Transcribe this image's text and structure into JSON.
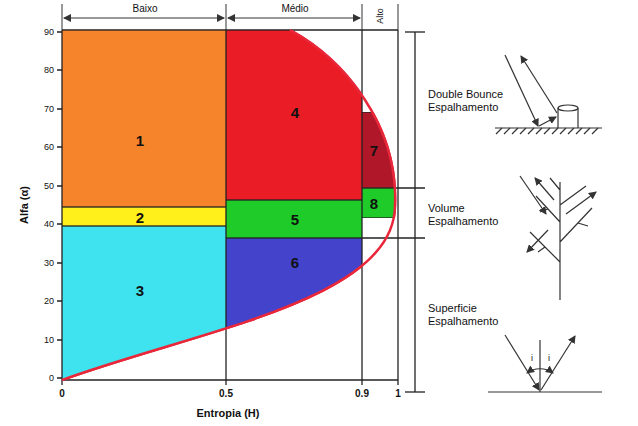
{
  "diagram": {
    "nodes": [
      {
        "text": [
          "1"
        ]
      },
      {
        "text": [
          "2"
        ]
      },
      {
        "text": [
          "3"
        ]
      },
      {
        "text": [
          "4"
        ]
      },
      {
        "text": [
          "5"
        ]
      },
      {
        "text": [
          "6"
        ]
      },
      {
        "text": [
          "7"
        ]
      },
      {
        "text": [
          "8"
        ]
      }
    ],
    "labels": [
      "Baixo",
      "Médio",
      "Alto",
      "90",
      "80",
      "70",
      "60",
      "50",
      "40",
      "30",
      "20",
      "10",
      "0",
      "Alfa (α)",
      "0",
      "0.5",
      "0.9",
      "1",
      "Entropia (H)",
      "Double Bounce Espalhamento",
      "Volume Espalhamento",
      "Superficie Espalhamento",
      "i",
      "i"
    ]
  }
}
